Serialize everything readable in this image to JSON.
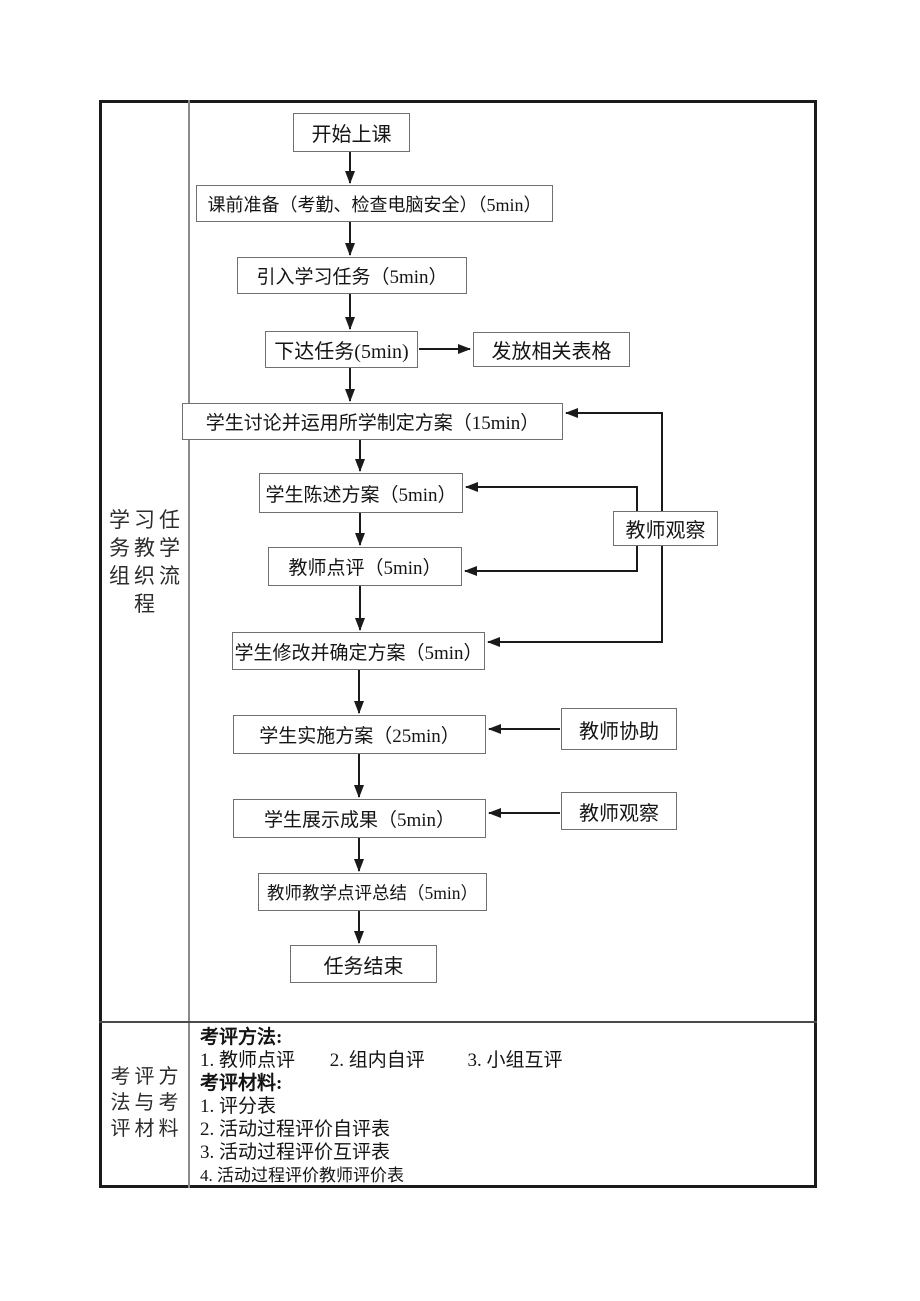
{
  "table": {
    "row1": {
      "header": "学习任务教学组织流程",
      "lines": [
        "学习任",
        "务教学",
        "组织流",
        "程"
      ]
    },
    "row2": {
      "header": "考评方法与考评材料",
      "lines": [
        "考评方",
        "法与考",
        "评材料"
      ]
    }
  },
  "flowchart": {
    "boxes": [
      {
        "label": "开始上课"
      },
      {
        "label": "课前准备（考勤、检查电脑安全）（5min）"
      },
      {
        "label": "引入学习任务（5min）"
      },
      {
        "label": "下达任务(5min)"
      },
      {
        "label": "发放相关表格"
      },
      {
        "label": "学生讨论并运用所学制定方案（15min）"
      },
      {
        "label": "学生陈述方案（5min）"
      },
      {
        "label": "教师观察"
      },
      {
        "label": "教师点评（5min）"
      },
      {
        "label": "学生修改并确定方案（5min）"
      },
      {
        "label": "学生实施方案（25min）"
      },
      {
        "label": "教师协助"
      },
      {
        "label": "学生展示成果（5min）"
      },
      {
        "label": "教师观察"
      },
      {
        "label": "教师教学点评总结（5min）"
      },
      {
        "label": "任务结束"
      }
    ]
  },
  "evaluation": {
    "methods_title": "考评方法:",
    "methods": [
      "1. 教师点评",
      "2. 组内自评",
      "3. 小组互评"
    ],
    "materials_title": "考评材料:",
    "materials": [
      "1. 评分表",
      "2. 活动过程评价自评表",
      "3. 活动过程评价互评表",
      "4. 活动过程评价教师评价表"
    ]
  },
  "colors": {
    "page_background": "#ffffff",
    "outer_border": "#1b1b1b",
    "divider": "#8a8a8a",
    "box_border": "#707070",
    "arrow": "#1a1a1a",
    "text": "#141414"
  }
}
